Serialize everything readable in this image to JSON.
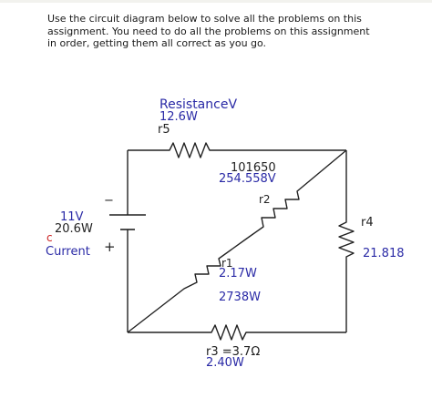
{
  "instructions": [
    "Use the circuit diagram below to solve all the problems on this",
    "assignment. You need to do all the problems on this assignment",
    "in order, getting them all correct as you go."
  ],
  "labels": {
    "r5_line1": "ResistanceV",
    "r5_line2": "12.6W",
    "r5_name": "r5",
    "r2_value1": "101650",
    "r2_value2": "254.558V",
    "r2_name": "r2",
    "battery_voltage": "11V",
    "battery_power": "20.6W",
    "battery_c": "c",
    "battery_current": "Current",
    "minus": "−",
    "plus": "+",
    "r4_name": "r4",
    "r4_value": "21.818",
    "r1_name": "r1",
    "r1_power": "2.17W",
    "mid_value": "2738W",
    "r3_line1": "r3 =3.7Ω",
    "r3_line2": "2.40W"
  },
  "colors": {
    "wire": "#222222",
    "label_blue": "#2a2aa6",
    "label_dark": "#222222"
  }
}
